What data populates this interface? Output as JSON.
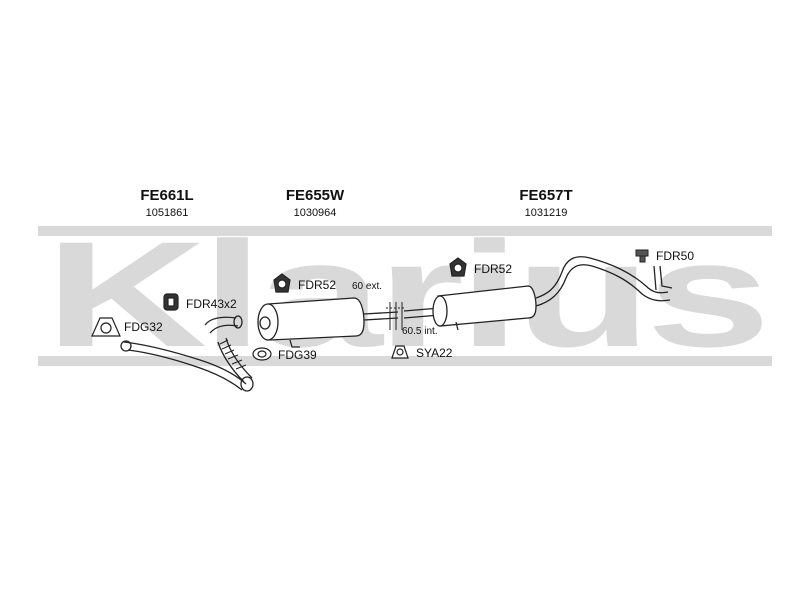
{
  "watermark": {
    "text": "Klarius",
    "color": "#d9d9d9"
  },
  "parts": [
    {
      "code": "FE661L",
      "number": "1051861"
    },
    {
      "code": "FE655W",
      "number": "1030964"
    },
    {
      "code": "FE657T",
      "number": "1031219"
    }
  ],
  "accessories": {
    "fdg32": "FDG32",
    "fdr43x2": "FDR43x2",
    "fdr52_a": "FDR52",
    "fdg39": "FDG39",
    "fdr52_b": "FDR52",
    "sya22": "SYA22",
    "fdr50": "FDR50"
  },
  "notes": {
    "ext": "60 ext.",
    "int": "60.5 int."
  },
  "colors": {
    "line": "#222222",
    "fill": "#ffffff",
    "accessory_fill": "#333333"
  }
}
